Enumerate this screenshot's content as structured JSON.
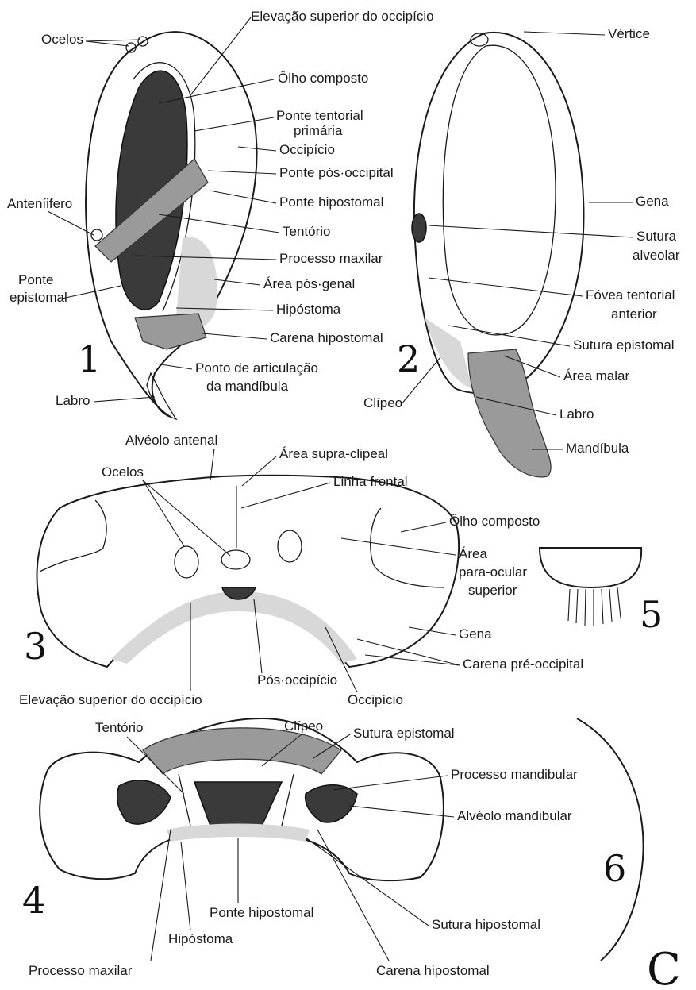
{
  "figures": {
    "f1": {
      "number": "1",
      "labels": {
        "ocelos": "Ocelos",
        "elev_sup_occ": "Elevação superior do occipício",
        "olho_composto": "Ôlho composto",
        "ponte_tent_prim_1": "Ponte tentorial",
        "ponte_tent_prim_2": "primária",
        "occipicio": "Occipício",
        "ponte_pos_occ": "Ponte pós·occipital",
        "anteniifero": "Anteníifero",
        "ponte_hipostomal": "Ponte hipostomal",
        "tentorio": "Tentório",
        "processo_maxilar": "Processo maxilar",
        "ponte_epistomal_1": "Ponte",
        "ponte_epistomal_2": "epistomal",
        "area_pos_genal": "Área pós·genal",
        "hipostoma": "Hipóstoma",
        "carena_hipostomal": "Carena hipostomal",
        "ponto_artic_1": "Ponto de articulação",
        "ponto_artic_2": "da mandíbula",
        "labro": "Labro"
      }
    },
    "f2": {
      "number": "2",
      "labels": {
        "vertice": "Vértice",
        "gena": "Gena",
        "sutura_alveolar_1": "Sutura",
        "sutura_alveolar_2": "alveolar",
        "fovea_1": "Fóvea tentorial",
        "fovea_2": "anterior",
        "sutura_epistomal": "Sutura epistomal",
        "area_malar": "Área malar",
        "clipeo": "Clípeo",
        "labro": "Labro",
        "mandibula": "Mandíbula"
      }
    },
    "f3": {
      "number": "3",
      "labels": {
        "alveolo_antenal": "Alvéolo antenal",
        "area_supra_clipeal": "Área supra-clipeal",
        "ocelos": "Ocelos",
        "linha_frontal": "Linha frontal",
        "olho_composto": "Ôlho composto",
        "area_para_ocular_1": "Área",
        "area_para_ocular_2": "para-ocular",
        "area_para_ocular_3": "superior",
        "gena": "Gena",
        "carena_pre_occ": "Carena pré-occipital",
        "pos_occipicio": "Pós·occipício",
        "occipicio": "Occipício",
        "elev_sup_occ": "Elevação superior do occipício"
      }
    },
    "f4": {
      "number": "4",
      "labels": {
        "tentorio": "Tentório",
        "clipeo": "Clípeo",
        "sutura_epistomal": "Sutura epistomal",
        "processo_mandibular": "Processo mandibular",
        "alveolo_mandibular": "Alvéolo mandibular",
        "ponte_hipostomal": "Ponte hipostomal",
        "sutura_hipostomal": "Sutura hipostomal",
        "hipostoma": "Hipóstoma",
        "processo_maxilar": "Processo maxilar",
        "carena_hipostomal": "Carena hipostomal"
      }
    },
    "f5": {
      "number": "5"
    },
    "f6": {
      "number": "6"
    }
  },
  "plate_letter": "C"
}
